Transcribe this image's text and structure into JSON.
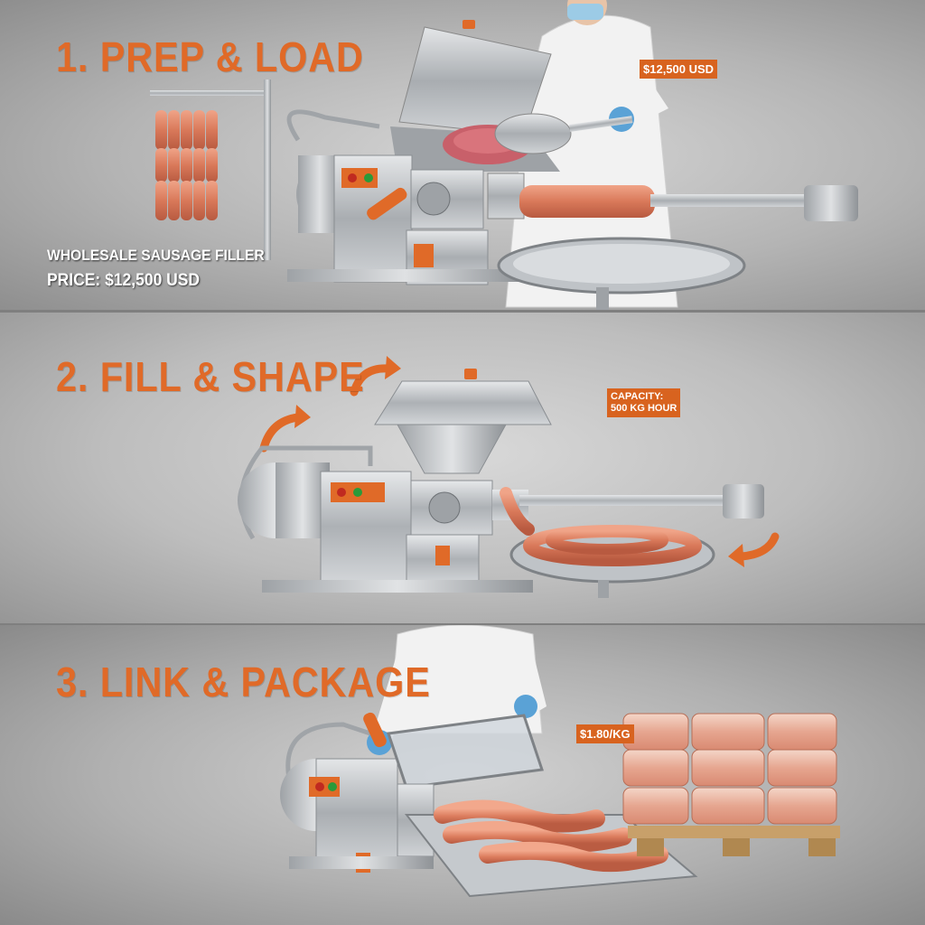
{
  "steps": [
    {
      "title": "1. PREP & LOAD"
    },
    {
      "title": "2. FILL & SHAPE"
    },
    {
      "title": "3. LINK & PACKAGE"
    }
  ],
  "panel1": {
    "price_tag": "$12,500 USD",
    "caption_line1": "WHOLESALE SAUSAGE FILLER",
    "caption_line2": "PRICE: $12,500 USD"
  },
  "panel2": {
    "capacity_line1": "CAPACITY:",
    "capacity_line2": "500 KG HOUR"
  },
  "panel3": {
    "price_tag": "$1.80/KG"
  },
  "colors": {
    "accent": "#e06a28",
    "tag": "#d8631f",
    "steel": "#b8bcc0",
    "sausage": "#e08a6c"
  }
}
